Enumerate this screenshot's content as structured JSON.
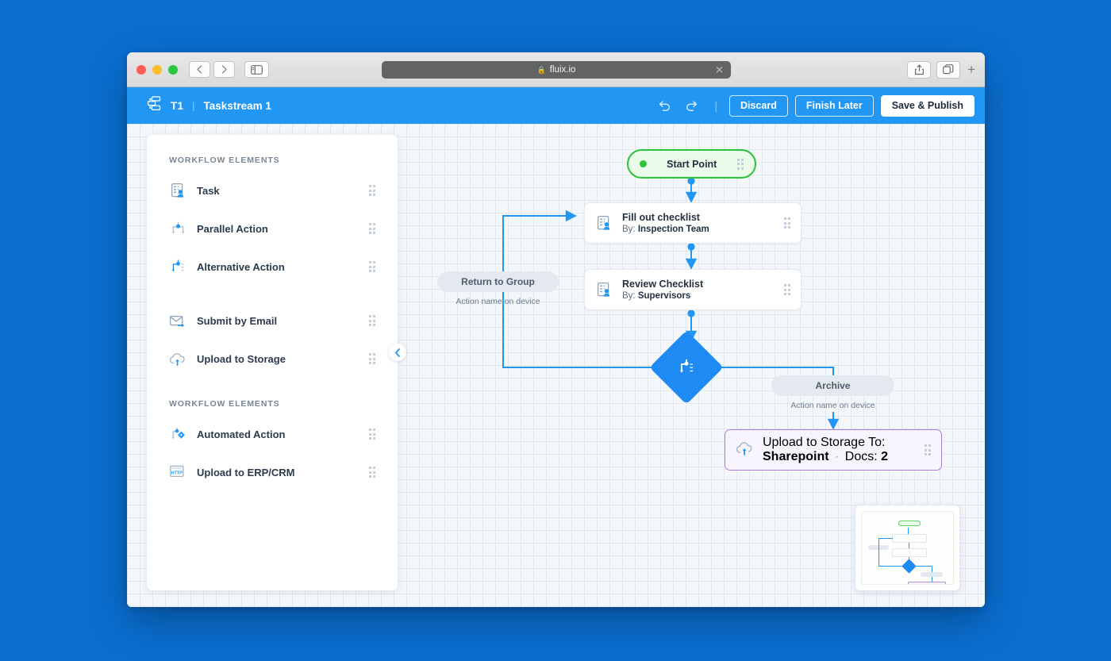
{
  "browser": {
    "url": "fluix.io",
    "lock_icon": "lock-icon",
    "close_tab_icon": "close-icon",
    "back_icon": "chevron-left-icon",
    "forward_icon": "chevron-right-icon",
    "sidebar_toggle_icon": "sidebar-toggle-icon",
    "share_icon": "share-icon",
    "tabs_icon": "copy-tabs-icon",
    "new_tab_icon": "plus-icon"
  },
  "appbar": {
    "logo_icon": "workflow-sitemap-icon",
    "code": "T1",
    "separator": "|",
    "title": "Taskstream 1",
    "undo_icon": "undo-icon",
    "redo_icon": "redo-icon",
    "divider": "|",
    "discard_label": "Discard",
    "finish_later_label": "Finish Later",
    "save_publish_label": "Save & Publish",
    "accent": "#2196f3"
  },
  "palette": {
    "section1_title": "WORKFLOW ELEMENTS",
    "section1_items": [
      {
        "label": "Task",
        "icon": "task-checklist-person-icon"
      },
      {
        "label": "Parallel Action",
        "icon": "parallel-action-icon"
      },
      {
        "label": "Alternative Action",
        "icon": "alternative-action-icon"
      }
    ],
    "section1_items_b": [
      {
        "label": "Submit by Email",
        "icon": "email-submit-icon"
      },
      {
        "label": "Upload to Storage",
        "icon": "cloud-upload-icon"
      }
    ],
    "section2_title": "WORKFLOW ELEMENTS",
    "section2_items": [
      {
        "label": "Automated Action",
        "icon": "automated-action-gear-icon"
      },
      {
        "label": "Upload to ERP/CRM",
        "icon": "http-upload-icon"
      }
    ],
    "drag_handle_icon": "drag-grip-icon",
    "collapse_icon": "chevron-left-icon"
  },
  "flow": {
    "start": {
      "label": "Start Point",
      "icon": "status-dot-icon",
      "handle_icon": "drag-grip-icon",
      "color": "#2ec23b"
    },
    "task1": {
      "title": "Fill out checklist",
      "meta_prefix": "By:",
      "meta_value": "Inspection Team",
      "icon": "task-checklist-person-icon",
      "handle_icon": "drag-grip-icon"
    },
    "task2": {
      "title": "Review Checklist",
      "meta_prefix": "By:",
      "meta_value": "Supervisors",
      "icon": "task-checklist-person-icon",
      "handle_icon": "drag-grip-icon"
    },
    "return_pill": {
      "label": "Return to Group",
      "caption": "Action name on device"
    },
    "archive_pill": {
      "label": "Archive",
      "caption": "Action name on device"
    },
    "decision": {
      "icon": "alternative-action-icon",
      "color": "#1e8bf5"
    },
    "upload": {
      "title": "Upload to Storage",
      "meta_to_prefix": "To:",
      "meta_to_value": "Sharepoint",
      "meta_sep": "·",
      "meta_docs_prefix": "Docs:",
      "meta_docs_value": "2",
      "icon": "cloud-upload-icon",
      "handle_icon": "drag-grip-icon",
      "border_color": "#a97fd6"
    }
  },
  "minimap": {
    "name": "canvas-minimap"
  }
}
